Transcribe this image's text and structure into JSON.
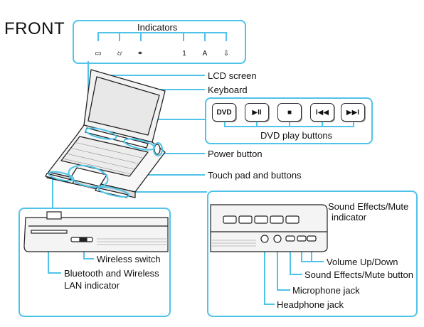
{
  "title": "FRONT",
  "indicators": {
    "label": "Indicators",
    "icons": [
      "battery-icon",
      "hard-disk-icon",
      "memory-stick-icon",
      "num-lock-icon",
      "caps-lock-icon",
      "scroll-lock-icon"
    ],
    "glyphs": [
      "▭",
      "⌭",
      "⚭",
      "1",
      "A",
      "⇩"
    ]
  },
  "labels": {
    "lcd_screen": "LCD screen",
    "keyboard": "Keyboard",
    "dvd_play_buttons": "DVD play buttons",
    "power_button": "Power button",
    "touch_pad": "Touch pad and buttons",
    "wireless_switch": "Wireless switch",
    "bluetooth_line1": "Bluetooth and Wireless",
    "bluetooth_line2": "LAN indicator",
    "sound_effects_indicator_line1": "Sound Effects/Mute",
    "sound_effects_indicator_line2": "indicator",
    "volume": "Volume Up/Down",
    "sound_effects_button": "Sound Effects/Mute button",
    "microphone_jack": "Microphone jack",
    "headphone_jack": "Headphone jack"
  },
  "dvd_buttons": [
    {
      "name": "dvd-button",
      "glyph": "DVD"
    },
    {
      "name": "play-pause-button",
      "glyph": "▶II"
    },
    {
      "name": "stop-button",
      "glyph": "■"
    },
    {
      "name": "previous-button",
      "glyph": "I◀◀"
    },
    {
      "name": "next-button",
      "glyph": "▶▶I"
    }
  ],
  "colors": {
    "accent": "#4fc3e8",
    "outline": "#222222"
  }
}
